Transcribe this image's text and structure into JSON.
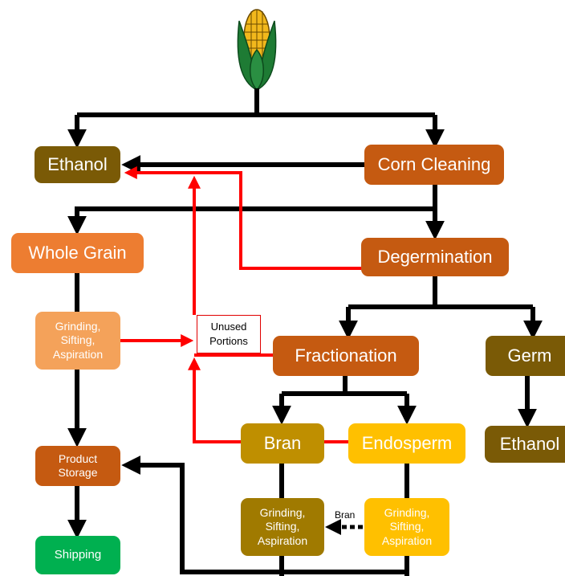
{
  "nodes": {
    "ethanol_top": "Ethanol",
    "corn_cleaning": "Corn Cleaning",
    "whole_grain": "Whole Grain",
    "degermination": "Degermination",
    "grinding_left": [
      "Grinding,",
      "Sifting,",
      "Aspiration"
    ],
    "unused_portions": [
      "Unused",
      "Portions"
    ],
    "fractionation": "Fractionation",
    "germ": "Germ",
    "product_storage": [
      "Product",
      "Storage"
    ],
    "bran": "Bran",
    "endosperm": "Endosperm",
    "ethanol_right": "Ethanol",
    "grinding_bran": [
      "Grinding,",
      "Sifting,",
      "Aspiration"
    ],
    "grinding_endo": [
      "Grinding,",
      "Sifting,",
      "Aspiration"
    ],
    "shipping": "Shipping"
  },
  "edge_labels": {
    "bran_transfer": "Bran"
  },
  "colors": {
    "olive": "#7a5a06",
    "burnt_orange": "#c55a11",
    "light_orange": "#ed7d31",
    "gold": "#bf8f00",
    "yellow": "#ffc000",
    "green": "#00b050",
    "red_flow": "#ff0000",
    "black_flow": "#000000",
    "corn_husk": "#1e7b34",
    "corn_kernel": "#f2b81c"
  },
  "icons": {
    "top": "corn-cob-icon"
  }
}
